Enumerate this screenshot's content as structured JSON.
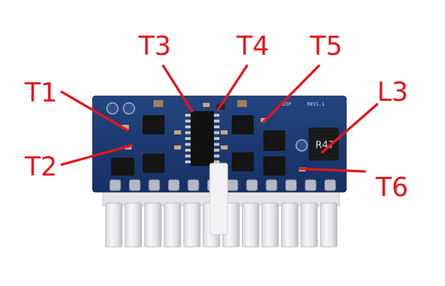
{
  "labels": {
    "t1": "T1",
    "t2": "T2",
    "t3": "T3",
    "t4": "T4",
    "t5": "T5",
    "t6": "T6",
    "l3": "L3"
  },
  "board_silkscreen": {
    "left": "DIP",
    "right": "REV1.1",
    "inductor_marking": "R47"
  },
  "colors": {
    "label": "#e8141b",
    "pcb": "#1b3a78",
    "connector": "#e9e6ea"
  }
}
